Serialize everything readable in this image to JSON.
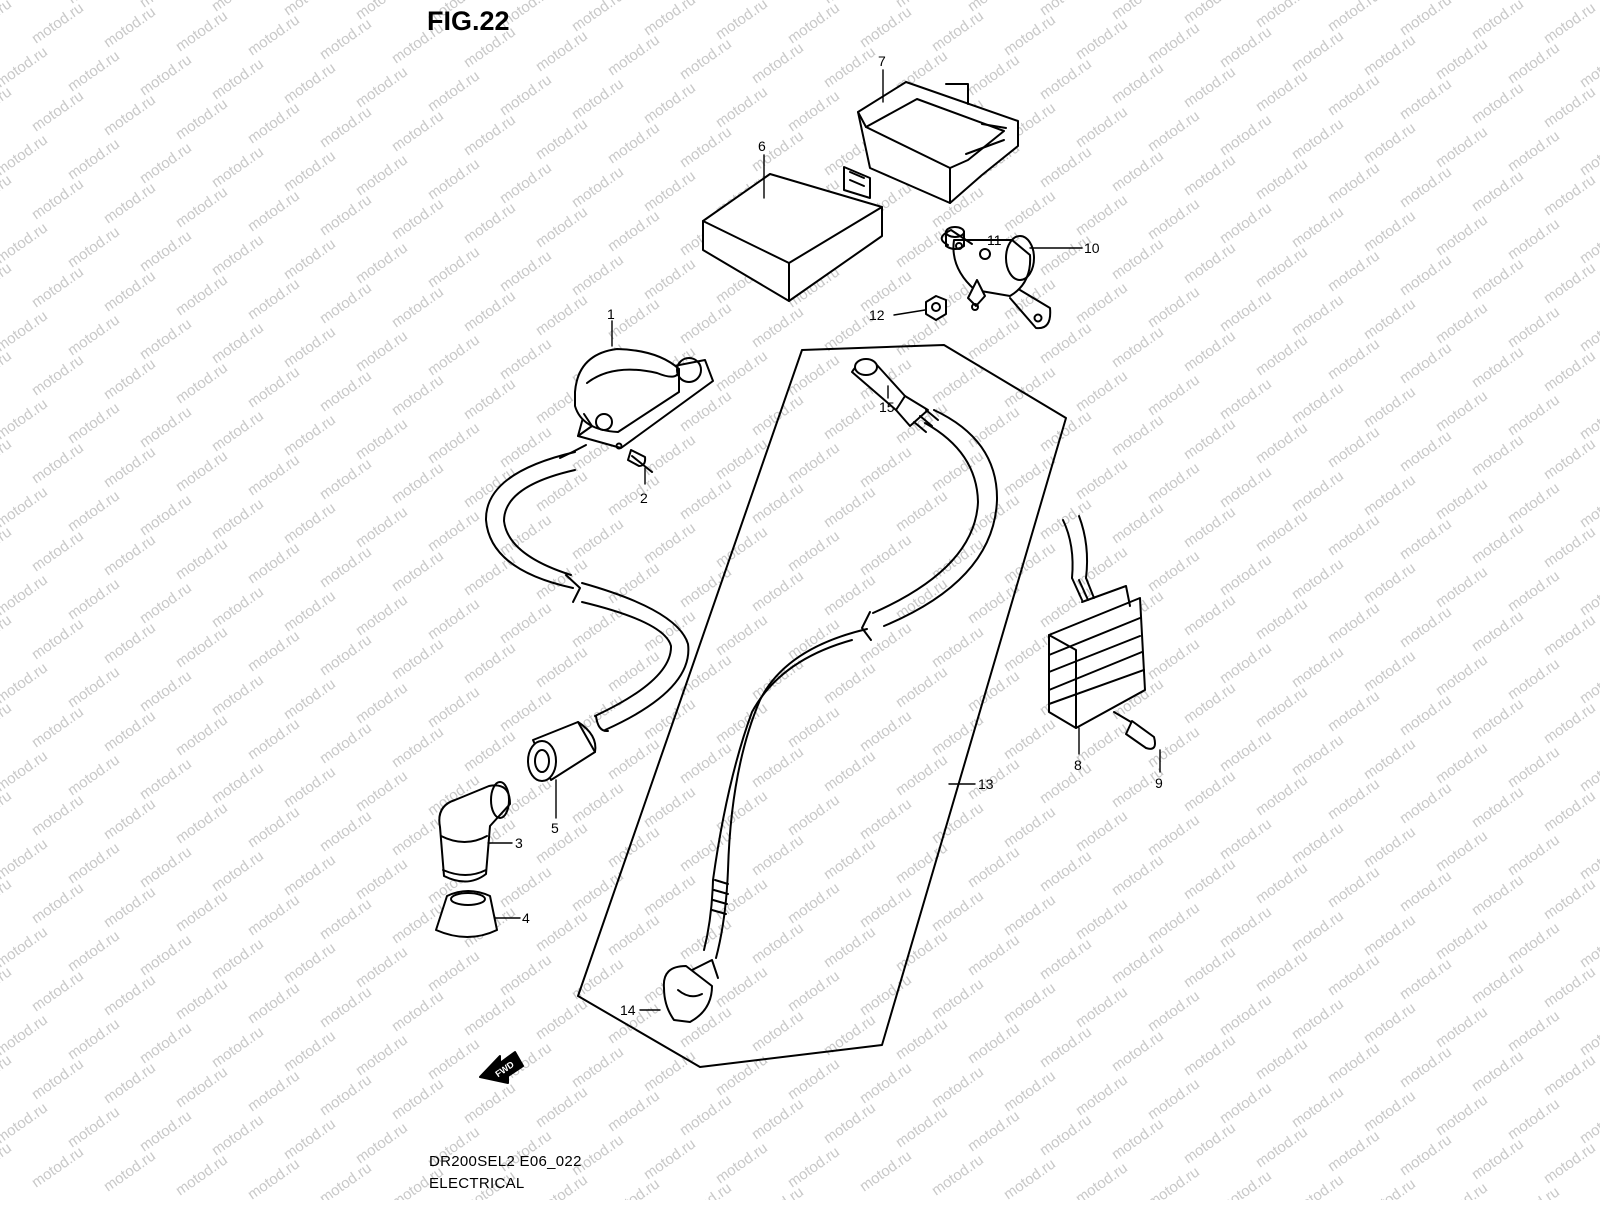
{
  "figure": {
    "title": "FIG.22",
    "code": "DR200SEL2 E06_022",
    "name": "ELECTRICAL",
    "watermark": "motod.ru",
    "fwd_label": "FWD"
  },
  "callouts": [
    {
      "number": "1",
      "part": "ignition-coil"
    },
    {
      "number": "2",
      "part": "coil-bolt"
    },
    {
      "number": "3",
      "part": "spark-plug-cap"
    },
    {
      "number": "4",
      "part": "plug-cap-cover"
    },
    {
      "number": "5",
      "part": "plug-cap-seal"
    },
    {
      "number": "6",
      "part": "cdi-unit"
    },
    {
      "number": "7",
      "part": "unit-holder"
    },
    {
      "number": "8",
      "part": "regulator-rectifier"
    },
    {
      "number": "9",
      "part": "regulator-bolt"
    },
    {
      "number": "10",
      "part": "starter-relay"
    },
    {
      "number": "11",
      "part": "relay-bolt"
    },
    {
      "number": "12",
      "part": "relay-nut"
    },
    {
      "number": "13",
      "part": "battery-cable-kit"
    },
    {
      "number": "14",
      "part": "cable-end-cap"
    },
    {
      "number": "15",
      "part": "cable-terminal-cap"
    }
  ],
  "colors": {
    "line": "#000000",
    "background": "#ffffff",
    "watermark": "#c8c8c8"
  }
}
